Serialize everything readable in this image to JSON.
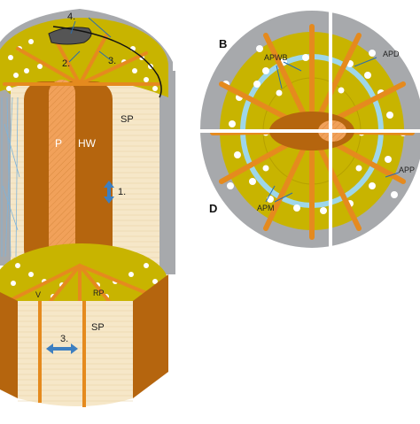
{
  "labels": {
    "panel_b": "B",
    "panel_d": "D",
    "p": "P",
    "hw": "HW",
    "sp_upper": "SP",
    "sp_lower": "SP",
    "v": "V",
    "rp": "RP",
    "n1": "1.",
    "n2": "2.",
    "n3": "3.",
    "n3_lower": "3.",
    "n4": "4.",
    "apwb": "APWB",
    "apd": "APD",
    "app": "APP",
    "apm": "APM"
  },
  "colors": {
    "bark_gray": "#a7a9ac",
    "parenchyma_yellow": "#c8b400",
    "vessel_white": "#ffffff",
    "ray_orange": "#e58a1e",
    "heartwood_brown": "#b5650e",
    "sapwood_cream": "#f6e7c8",
    "aperture_blue": "#9ed6ea",
    "arrow_blue": "#3d7fc1"
  }
}
